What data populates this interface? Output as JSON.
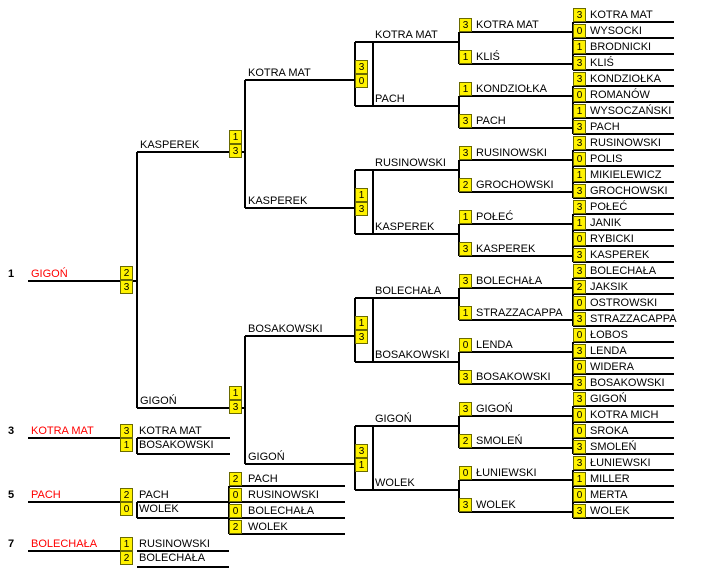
{
  "round1": [
    {
      "name": "KOTRA MAT",
      "score": "3"
    },
    {
      "name": "WYSOCKI",
      "score": "0"
    },
    {
      "name": "BRODNICKI",
      "score": "1"
    },
    {
      "name": "KLIŚ",
      "score": "3"
    },
    {
      "name": "KONDZIOŁKA",
      "score": "3"
    },
    {
      "name": "ROMANÓW",
      "score": "0"
    },
    {
      "name": "WYSOCZAŃSKI",
      "score": "1"
    },
    {
      "name": "PACH",
      "score": "3"
    },
    {
      "name": "RUSINOWSKI",
      "score": "3"
    },
    {
      "name": "POLIS",
      "score": "0"
    },
    {
      "name": "MIKIELEWICZ",
      "score": "1"
    },
    {
      "name": "GROCHOWSKI",
      "score": "3"
    },
    {
      "name": "POŁEĆ",
      "score": "3"
    },
    {
      "name": "JANIK",
      "score": "1"
    },
    {
      "name": "RYBICKI",
      "score": "0"
    },
    {
      "name": "KASPEREK",
      "score": "3"
    },
    {
      "name": "BOLECHAŁA",
      "score": "3"
    },
    {
      "name": "JAKSIK",
      "score": "2"
    },
    {
      "name": "OSTROWSKI",
      "score": "0"
    },
    {
      "name": "STRAZZACAPPA",
      "score": "3"
    },
    {
      "name": "ŁOBOS",
      "score": "0"
    },
    {
      "name": "LENDA",
      "score": "3"
    },
    {
      "name": "WIDERA",
      "score": "0"
    },
    {
      "name": "BOSAKOWSKI",
      "score": "3"
    },
    {
      "name": "GIGOŃ",
      "score": "3"
    },
    {
      "name": "KOTRA MICH",
      "score": "0"
    },
    {
      "name": "SROKA",
      "score": "0"
    },
    {
      "name": "SMOLEŃ",
      "score": "3"
    },
    {
      "name": "ŁUNIEWSKI",
      "score": "3"
    },
    {
      "name": "MILLER",
      "score": "1"
    },
    {
      "name": "MERTA",
      "score": "0"
    },
    {
      "name": "WOLEK",
      "score": "3"
    }
  ],
  "round2": [
    {
      "name": "KOTRA MAT",
      "score": "3"
    },
    {
      "name": "KLIŚ",
      "score": "1"
    },
    {
      "name": "KONDZIOŁKA",
      "score": "1"
    },
    {
      "name": "PACH",
      "score": "3"
    },
    {
      "name": "RUSINOWSKI",
      "score": "3"
    },
    {
      "name": "GROCHOWSKI",
      "score": "2"
    },
    {
      "name": "POŁEĆ",
      "score": "1"
    },
    {
      "name": "KASPEREK",
      "score": "3"
    },
    {
      "name": "BOLECHAŁA",
      "score": "3"
    },
    {
      "name": "STRAZZACAPPA",
      "score": "1"
    },
    {
      "name": "LENDA",
      "score": "0"
    },
    {
      "name": "BOSAKOWSKI",
      "score": "3"
    },
    {
      "name": "GIGOŃ",
      "score": "3"
    },
    {
      "name": "SMOLEŃ",
      "score": "2"
    },
    {
      "name": "ŁUNIEWSKI",
      "score": "0"
    },
    {
      "name": "WOLEK",
      "score": "3"
    }
  ],
  "round3": [
    {
      "name": "KOTRA MAT",
      "score": "3"
    },
    {
      "name": "PACH",
      "score": "0"
    },
    {
      "name": "RUSINOWSKI",
      "score": "1"
    },
    {
      "name": "KASPEREK",
      "score": "3"
    },
    {
      "name": "BOLECHAŁA",
      "score": "1"
    },
    {
      "name": "BOSAKOWSKI",
      "score": "3"
    },
    {
      "name": "GIGOŃ",
      "score": "3"
    },
    {
      "name": "WOLEK",
      "score": "1"
    }
  ],
  "round4": [
    {
      "name": "KOTRA MAT",
      "score": "1"
    },
    {
      "name": "KASPEREK",
      "score": "3"
    },
    {
      "name": "BOSAKOWSKI",
      "score": "1"
    },
    {
      "name": "GIGOŃ",
      "score": "3"
    }
  ],
  "round5": [
    {
      "name": "KASPEREK",
      "score": "2"
    },
    {
      "name": "GIGOŃ",
      "score": "3"
    }
  ],
  "final": {
    "rank": "1",
    "winner": "GIGOŃ"
  },
  "third_place": {
    "rank": "3",
    "winner": "KOTRA MAT",
    "players": [
      {
        "name": "KOTRA MAT",
        "score": "3"
      },
      {
        "name": "BOSAKOWSKI",
        "score": "1"
      }
    ]
  },
  "fifth_semis": [
    {
      "name": "PACH",
      "score": "2"
    },
    {
      "name": "RUSINOWSKI",
      "score": "0"
    },
    {
      "name": "BOLECHAŁA",
      "score": "0"
    },
    {
      "name": "WOLEK",
      "score": "2"
    }
  ],
  "fifth_place": {
    "rank": "5",
    "winner": "PACH",
    "players": [
      {
        "name": "PACH",
        "score": "2"
      },
      {
        "name": "WOLEK",
        "score": "0"
      }
    ]
  },
  "seventh_place": {
    "rank": "7",
    "winner": "BOLECHAŁA",
    "players": [
      {
        "name": "RUSINOWSKI",
        "score": "1"
      },
      {
        "name": "BOLECHAŁA",
        "score": "2"
      }
    ]
  },
  "colors": {
    "line": "#000000",
    "score_box": "#fff200",
    "winner_text": "#ff0000"
  }
}
